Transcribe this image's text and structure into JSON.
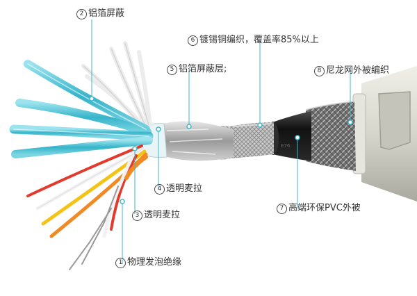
{
  "callouts": [
    {
      "num": "2",
      "text": "铝箔屏蔽"
    },
    {
      "num": "6",
      "text": "镀锡铜编织，覆盖率85%以上"
    },
    {
      "num": "5",
      "text": "铝箔屏蔽层;"
    },
    {
      "num": "8",
      "text": "尼龙网外被编织"
    },
    {
      "num": "4",
      "text": "透明麦拉"
    },
    {
      "num": "7",
      "text": "高端环保PVC外被"
    },
    {
      "num": "3",
      "text": "透明麦拉"
    },
    {
      "num": "1",
      "text": "物理发泡绝缘"
    }
  ],
  "colors": {
    "cyan_foil": "#4ec3d6",
    "leader_line": "#3fb7cf",
    "pvc_jacket": "#1e1e1e",
    "nylon_braid": "#8a8a8a",
    "plug_housing": "#d9d9cf",
    "wire_red": "#e23b2e",
    "wire_orange": "#f08a24",
    "wire_yellow": "#f4c318",
    "wire_white": "#f2f2f2"
  }
}
